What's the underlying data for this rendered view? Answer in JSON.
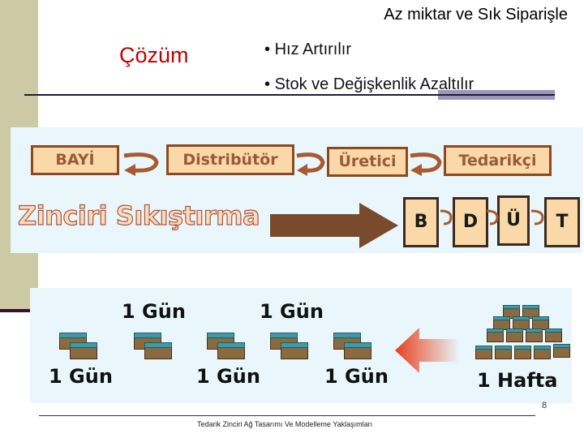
{
  "slide": {
    "title": "Az miktar ve Sık Siparişle",
    "solution_label": "Çözüm",
    "bullets": [
      "Hız Artırılır",
      "Stok ve Değişkenlik Azaltılır"
    ],
    "page_number": "8",
    "footer": "Tedarik Zinciri Ağ Tasarımı Ve Modelleme Yaklaşımları"
  },
  "chain": {
    "boxes": [
      "BAYİ",
      "Distribütör",
      "Üretici",
      "Tedarikçi"
    ],
    "banner": "Zinciri Sıkıştırma",
    "stages": [
      "B",
      "D",
      "Ü",
      "T"
    ]
  },
  "timing": {
    "top_labels": [
      "1 Gün",
      "1 Gün"
    ],
    "bottom_labels": [
      "1 Gün",
      "1 Gün",
      "1 Gün"
    ],
    "week_label": "1 Hafta"
  },
  "colors": {
    "sidebar": "#cdc9a5",
    "accent_red": "#c00000",
    "box_fill": "#fbd8a8",
    "box_border": "#8b4a22",
    "panel_bg": "#e9f6fb"
  }
}
